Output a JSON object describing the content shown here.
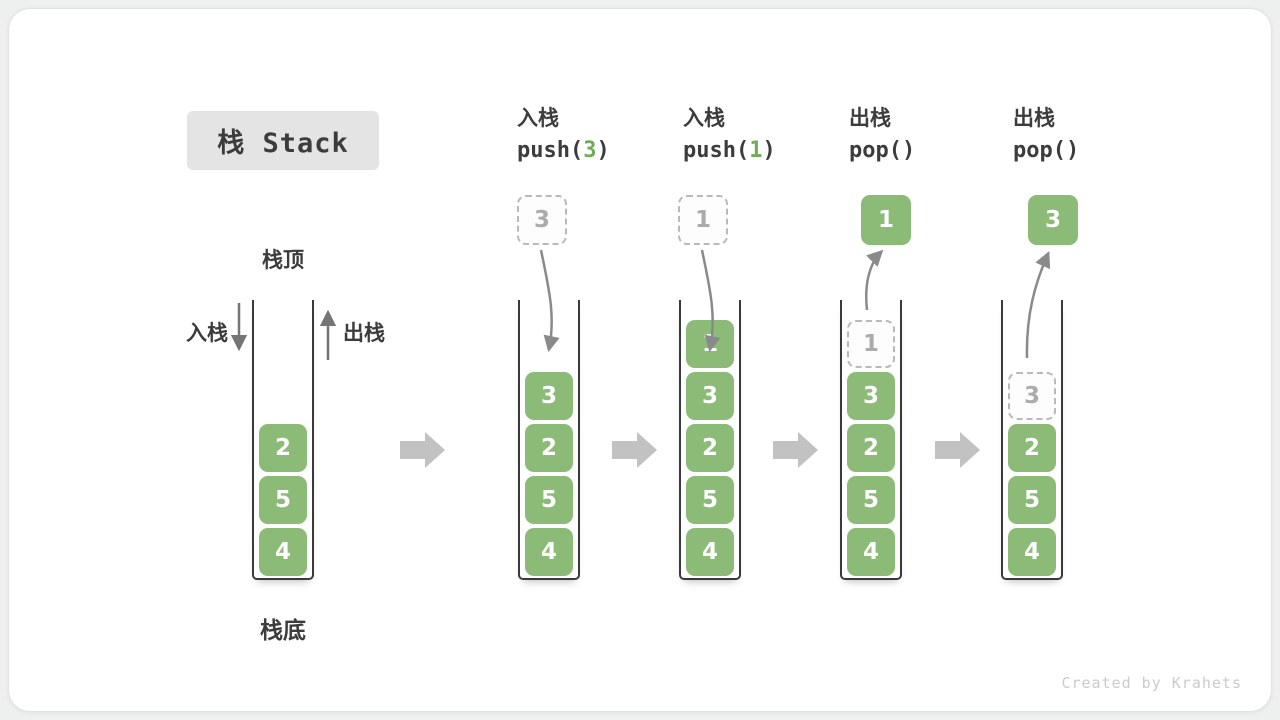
{
  "title": {
    "label": "栈 Stack"
  },
  "legend": {
    "stack_top": "栈顶",
    "stack_bottom": "栈底",
    "push": "入栈",
    "pop": "出栈"
  },
  "operations": [
    {
      "label": "入栈",
      "code_before": "push(",
      "code_arg": "3",
      "code_after": ")"
    },
    {
      "label": "入栈",
      "code_before": "push(",
      "code_arg": "1",
      "code_after": ")"
    },
    {
      "label": "出栈",
      "code_before": "pop()",
      "code_arg": "",
      "code_after": ""
    },
    {
      "label": "出栈",
      "code_before": "pop()",
      "code_arg": "",
      "code_after": ""
    }
  ],
  "stacks": [
    {
      "cells": [
        "2",
        "5",
        "4"
      ]
    },
    {
      "incoming": "3",
      "cells": [
        "3",
        "2",
        "5",
        "4"
      ]
    },
    {
      "incoming": "1",
      "cells": [
        "1",
        "3",
        "2",
        "5",
        "4"
      ]
    },
    {
      "outgoing": "1",
      "ghost": "1",
      "cells": [
        "3",
        "2",
        "5",
        "4"
      ]
    },
    {
      "outgoing": "3",
      "ghost": "3",
      "cells": [
        "2",
        "5",
        "4"
      ]
    }
  ],
  "footer": {
    "credit": "Created by Krahets"
  },
  "colors": {
    "box_green": "#8bbb77",
    "arg_green": "#72ab58",
    "text_dark": "#3c3c3c",
    "ghost_gray": "#b9b9b9",
    "ghost_text": "#ababab",
    "arrow_gray": "#8a8a8a",
    "block_arrow": "#c2c2c2",
    "container_border": "#3a3a3a",
    "title_bg": "#e4e4e4",
    "footer_gray": "#cbcbcb",
    "page_bg": "#eef0f0",
    "card_bg": "#ffffff"
  }
}
